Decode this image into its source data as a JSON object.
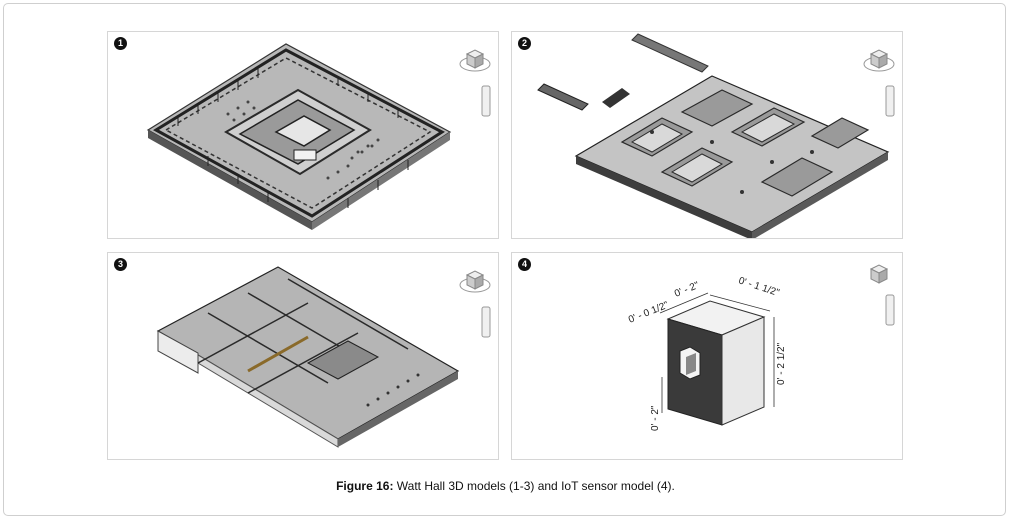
{
  "figure": {
    "caption_label": "Figure 16:",
    "caption_text": " Watt Hall 3D models (1-3) and IoT sensor model (4).",
    "panels": [
      {
        "number": "1"
      },
      {
        "number": "2"
      },
      {
        "number": "3"
      },
      {
        "number": "4"
      }
    ],
    "sensor_dimensions": {
      "d1": "0' - 0 1/2\"",
      "d2": "0' - 2\"",
      "d3": "0' - 1 1/2\"",
      "d4": "0' - 2 1/2\"",
      "d5": "0' - 2\""
    },
    "colors": {
      "floor": "#bdbdbd",
      "walls": "#3a3a3a",
      "light_face": "#e6e6e6",
      "dark_face": "#808080"
    },
    "icons": [
      "viewcube-icon",
      "navigation-bar-icon"
    ]
  }
}
